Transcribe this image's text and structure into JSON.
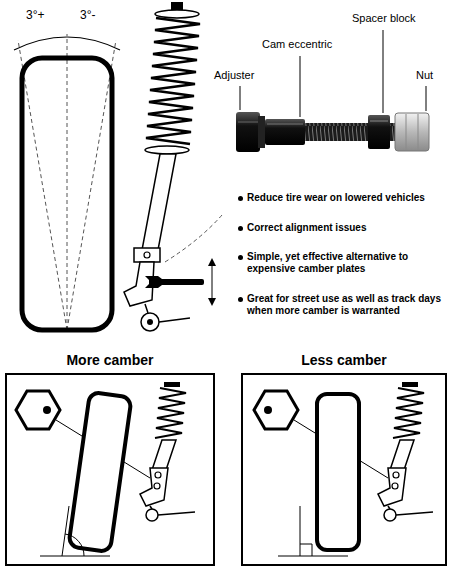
{
  "diagram": {
    "nodes": [
      {
        "text": [
          "More camber"
        ]
      },
      {
        "text": [
          "Less camber"
        ]
      }
    ],
    "labels": [
      "3°+",
      "3°-",
      "Spacer block",
      "Cam eccentric",
      "Adjuster",
      "Nut",
      "Reduce tire wear on lowered vehicles",
      "Correct alignment issues",
      "Simple, yet effective alternative to expensive camber plates",
      "Great for street use as well as track days when more camber is warranted"
    ]
  }
}
